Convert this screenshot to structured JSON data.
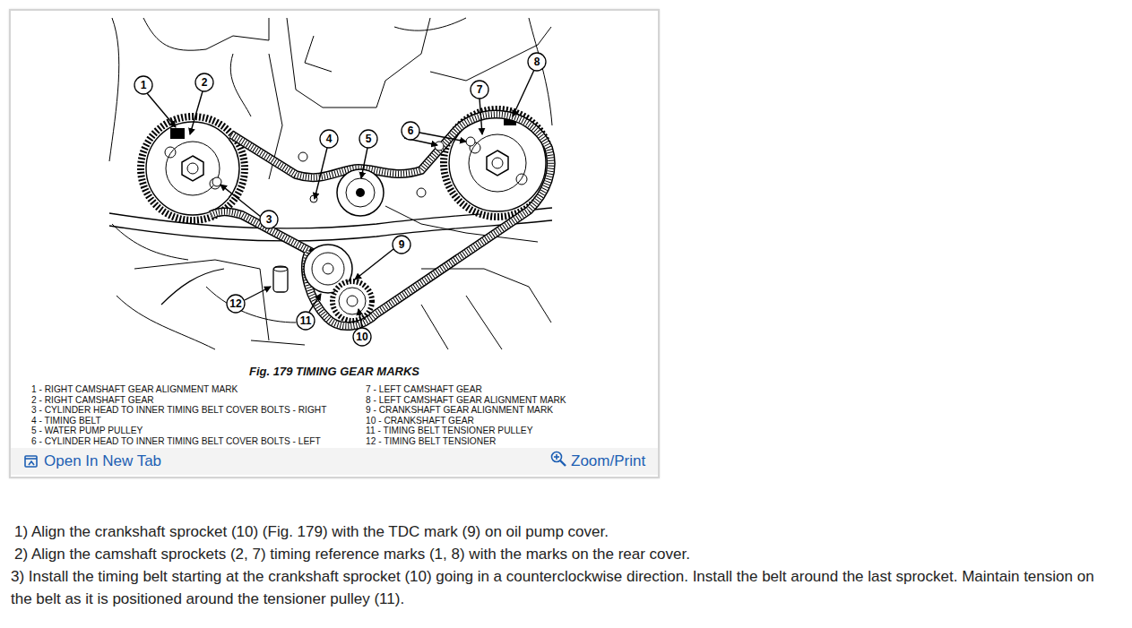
{
  "diagram": {
    "caption": "Fig. 179 TIMING GEAR MARKS",
    "labels": [
      "1",
      "2",
      "3",
      "4",
      "5",
      "6",
      "7",
      "8",
      "9",
      "10",
      "11",
      "12",
      "1 - RIGHT CAMSHAFT GEAR ALIGNMENT MARK",
      "2 - RIGHT CAMSHAFT GEAR",
      "3 - CYLINDER HEAD TO INNER TIMING BELT COVER BOLTS - RIGHT",
      "4 - TIMING BELT",
      "5 - WATER PUMP PULLEY",
      "6 - CYLINDER HEAD TO INNER TIMING BELT COVER BOLTS - LEFT",
      "7 - LEFT CAMSHAFT GEAR",
      "8 - LEFT CAMSHAFT GEAR ALIGNMENT MARK",
      "9 - CRANKSHAFT GEAR ALIGNMENT MARK",
      "10 - CRANKSHAFT GEAR",
      "11 - TIMING BELT TENSIONER PULLEY",
      "12 - TIMING BELT TENSIONER",
      "Open In New Tab",
      "Zoom/Print",
      "1) Align the crankshaft sprocket (10) (Fig. 179) with the TDC mark (9) on oil pump cover.",
      "2) Align the camshaft sprockets (2, 7) timing reference marks (1, 8) with the marks on the rear cover.",
      "3) Install the timing belt starting at the crankshaft sprocket (10) going in a counterclockwise direction. Install the belt around the last sprocket. Maintain tension on the belt as it is positioned around the tensioner pulley (11)."
    ]
  }
}
